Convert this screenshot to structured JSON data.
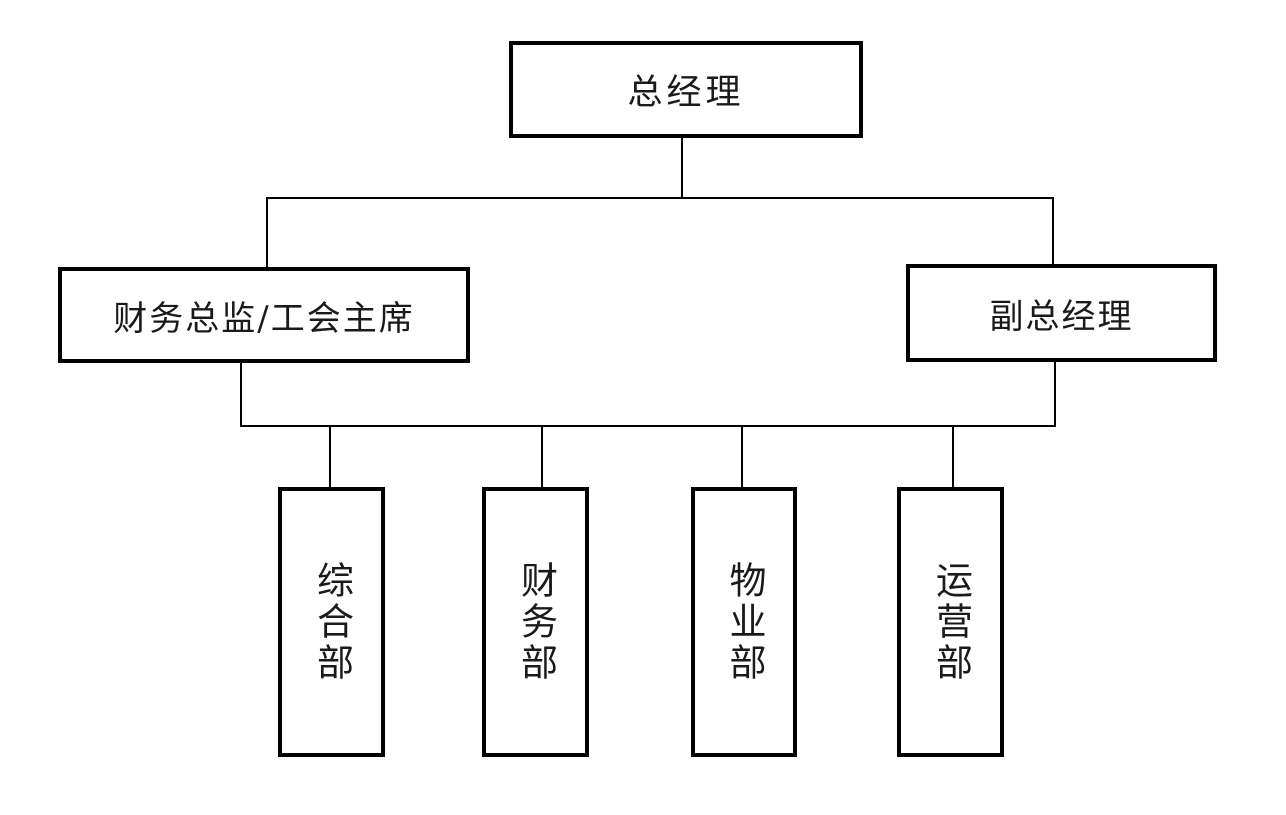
{
  "diagram": {
    "type": "org_chart",
    "background": "#ffffff",
    "line_color": "#000000",
    "box_border_color": "#000000",
    "text_color": "#1a1a1a",
    "nodes": {
      "root": {
        "label": "总经理",
        "level": 1,
        "text_orientation": "horizontal"
      },
      "cfo": {
        "label": "财务总监/工会主席",
        "level": 2,
        "text_orientation": "horizontal"
      },
      "deputy": {
        "label": "副总经理",
        "level": 2,
        "text_orientation": "horizontal"
      },
      "dept_general": {
        "label": "综合部",
        "level": 3,
        "text_orientation": "vertical"
      },
      "dept_finance": {
        "label": "财务部",
        "level": 3,
        "text_orientation": "vertical"
      },
      "dept_property": {
        "label": "物业部",
        "level": 3,
        "text_orientation": "vertical"
      },
      "dept_operations": {
        "label": "运营部",
        "level": 3,
        "text_orientation": "vertical"
      }
    },
    "edges": [
      {
        "from": "root",
        "to": "cfo"
      },
      {
        "from": "root",
        "to": "deputy"
      },
      {
        "from": "cfo",
        "to": "dept_general"
      },
      {
        "from": "cfo",
        "to": "dept_finance"
      },
      {
        "from": "cfo",
        "to": "dept_property"
      },
      {
        "from": "cfo",
        "to": "dept_operations"
      },
      {
        "from": "deputy",
        "to": "dept_general"
      },
      {
        "from": "deputy",
        "to": "dept_finance"
      },
      {
        "from": "deputy",
        "to": "dept_property"
      },
      {
        "from": "deputy",
        "to": "dept_operations"
      }
    ]
  }
}
